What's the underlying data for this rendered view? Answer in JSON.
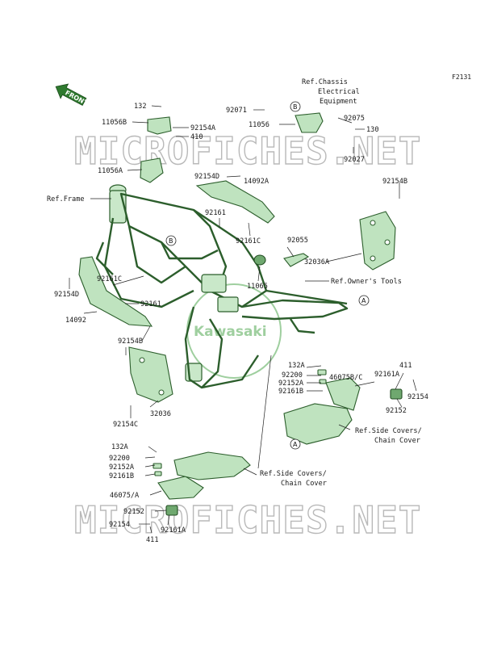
{
  "figure_id": "F2131",
  "front_label": "FRONT",
  "watermark": "MICROFICHES.NET",
  "brand": "Kawasaki",
  "refs": {
    "chassis_electrical_1": "Ref.Chassis",
    "chassis_electrical_2": "Electrical",
    "chassis_electrical_3": "Equipment",
    "frame": "Ref.Frame",
    "owners_tools": "Ref.Owner's Tools",
    "side_covers_r1": "Ref.Side Covers/",
    "side_covers_r2": "Chain Cover",
    "side_covers_l1": "Ref.Side Covers/",
    "side_covers_l2": "Chain Cover"
  },
  "markers": {
    "a": "A",
    "b": "B"
  },
  "parts": {
    "p132": "132",
    "p11056B": "11056B",
    "p92154A": "92154A",
    "p410": "410",
    "p11056A": "11056A",
    "p92071": "92071",
    "p11056": "11056",
    "p92075": "92075",
    "p130": "130",
    "p92027": "92027",
    "p92154D_top": "92154D",
    "p14092A": "14092A",
    "p92154B_r": "92154B",
    "p92161_top": "92161",
    "p92161C_top": "92161C",
    "p92055": "92055",
    "p32036A": "32036A",
    "p11065": "11065",
    "p92154D_l": "92154D",
    "p92161C_l": "92161C",
    "p92161_l": "92161",
    "p14092": "14092",
    "p92154B_l": "92154B",
    "p32036": "32036",
    "p92154C": "92154C",
    "p132A_r": "132A",
    "p92200_r": "92200",
    "p92152A_r": "92152A",
    "p92161B_r": "92161B",
    "p46075BC": "46075B/C",
    "p411_r": "411",
    "p92161A_r": "92161A",
    "p92154_r": "92154",
    "p92152_r": "92152",
    "p132A_l": "132A",
    "p92200_l": "92200",
    "p92152A_l": "92152A",
    "p92161B_l": "92161B",
    "p46075A": "46075/A",
    "p92152_l": "92152",
    "p92154_l": "92154",
    "p92161A_l": "92161A",
    "p411_l": "411"
  }
}
